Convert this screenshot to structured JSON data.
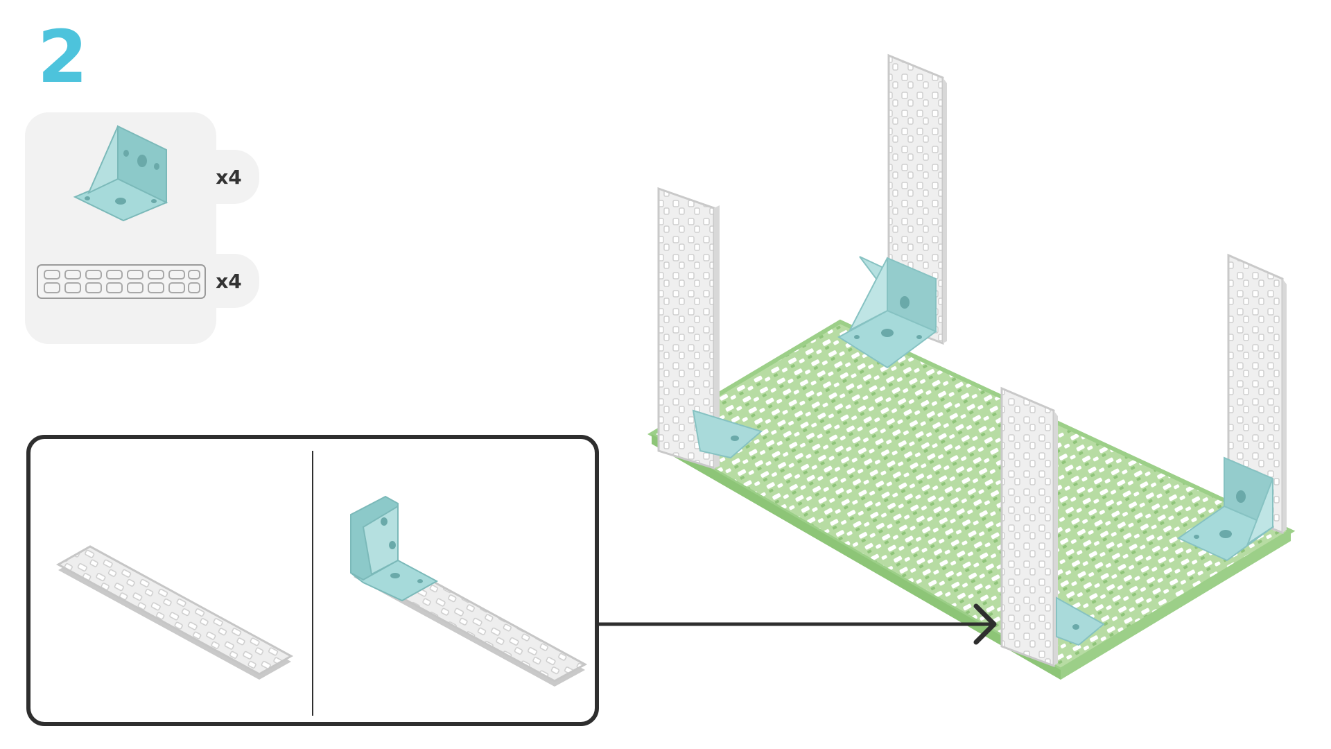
{
  "step": {
    "number": "2"
  },
  "parts": [
    {
      "icon": "corner-bracket-icon",
      "quantity": "x4"
    },
    {
      "icon": "lattice-strip-icon",
      "quantity": "x4"
    }
  ],
  "colors": {
    "accent": "#4dc3dc",
    "bracket": "#9fd6d6",
    "strip": "#f1f1f1",
    "base_plate": "#a9d394",
    "outline": "#2e2e2e",
    "panel": "#f2f2f2"
  }
}
